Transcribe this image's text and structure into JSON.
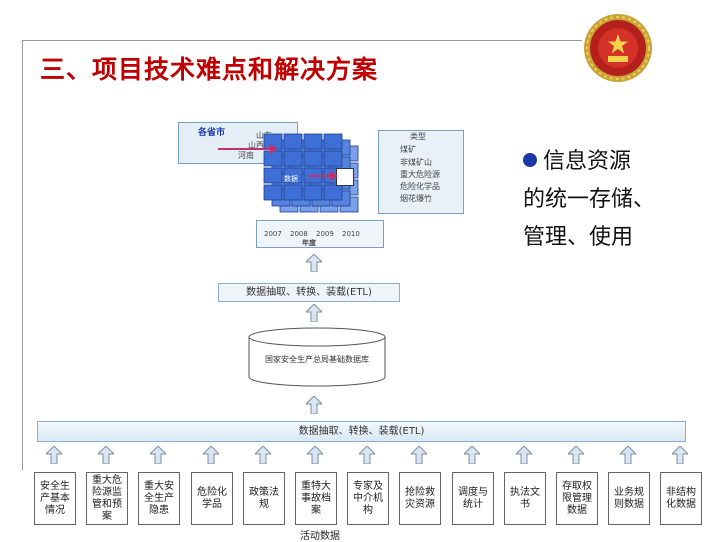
{
  "slide": {
    "title": "三、项目技术难点和解决方案",
    "bullet": [
      "信息资源",
      "的统一存储、",
      "管理、使用"
    ],
    "colors": {
      "title": "#c00000",
      "bullet_dot": "#1b3aa8",
      "cube": "#3d6fd6"
    }
  },
  "cube": {
    "province_header": "各省市",
    "provinces": [
      "山东",
      "山西",
      "河南"
    ],
    "industries": [
      "煤矿",
      "非煤矿山",
      "重大危险源",
      "危险化学品",
      "烟花爆竹"
    ],
    "industry_header": "类型",
    "years": [
      "2007",
      "2008",
      "2009",
      "2010"
    ],
    "year_axis": "年度",
    "data_label": "数据"
  },
  "etl_top": "数据抽取、转换、装载(ETL)",
  "etl_bottom": "数据抽取、转换、装载(ETL)",
  "database": "国家安全生产总局基础数据库",
  "sources": [
    "安全生产基本情况",
    "重大危险源监管和预案",
    "重大安全生产隐患",
    "危险化学品",
    "政策法规",
    "重特大事故档案",
    "专家及中介机构",
    "抢险救灾资源",
    "调度与统计",
    "执法文书",
    "存取权限管理数据",
    "业务规则数据",
    "非结构化数据"
  ],
  "activity_label": "活动数据",
  "icons": {
    "emblem": "national-emblem-icon",
    "arrow": "up-arrow-icon"
  }
}
